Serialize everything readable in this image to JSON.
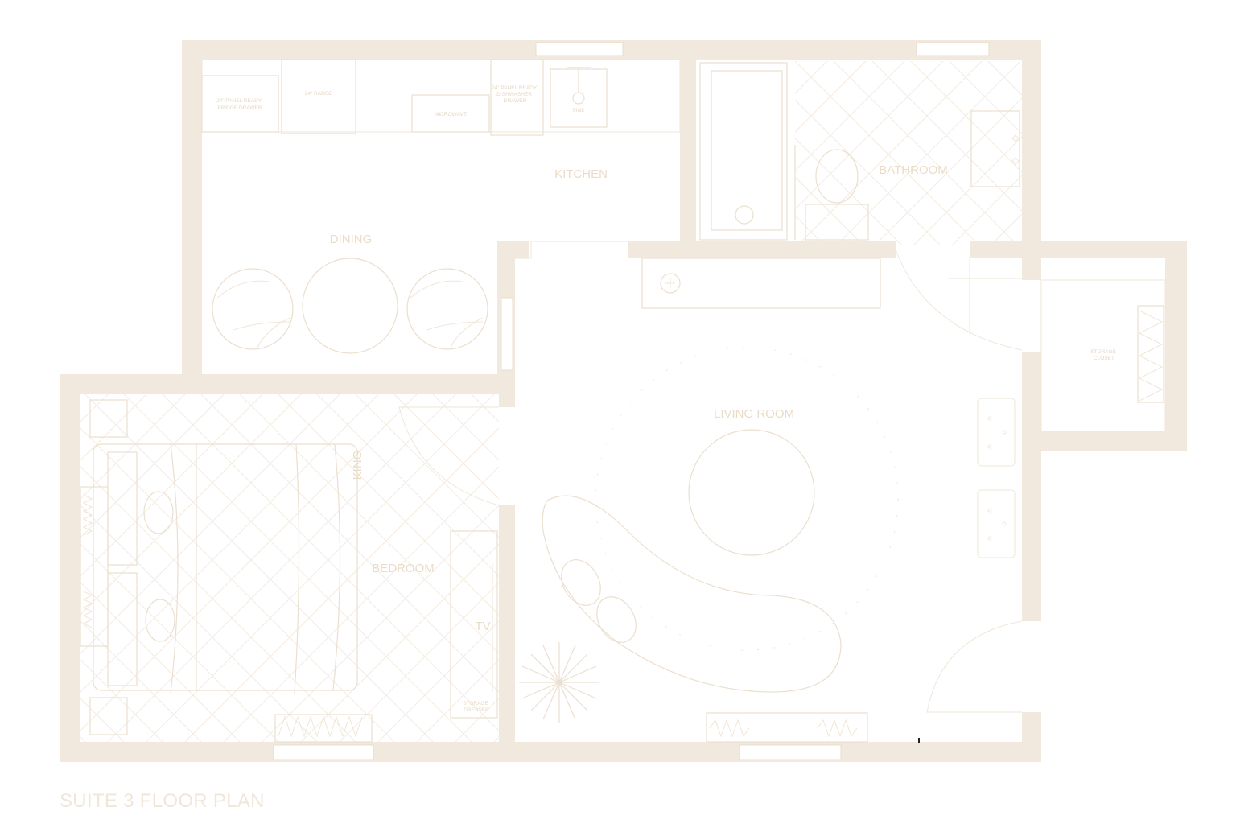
{
  "plan": {
    "title": "SUITE 3 FLOOR PLAN",
    "rooms": {
      "kitchen": "KITCHEN",
      "dining": "DINING",
      "bathroom": "BATHROOM",
      "living": "LIVING ROOM",
      "bedroom": "BEDROOM",
      "storage_closet": [
        "STORAGE",
        "CLOSET"
      ]
    },
    "fixtures": {
      "fridge": [
        "24\" PANEL READY",
        "FRIDGE DRAWER"
      ],
      "range": "24\" RANGE",
      "microwave": "MICROWAVE",
      "dishwasher": [
        "24\" PANEL READY",
        "DISHWASHER",
        "DRAWER"
      ],
      "sink": "SINK",
      "bed": "KING",
      "tv": "TV",
      "dresser": [
        "STORAGE",
        "DRESSER"
      ]
    }
  },
  "colors": {
    "wall": "#f1e9dd",
    "line": "#ebdfcf",
    "label": "#eadcc8"
  }
}
